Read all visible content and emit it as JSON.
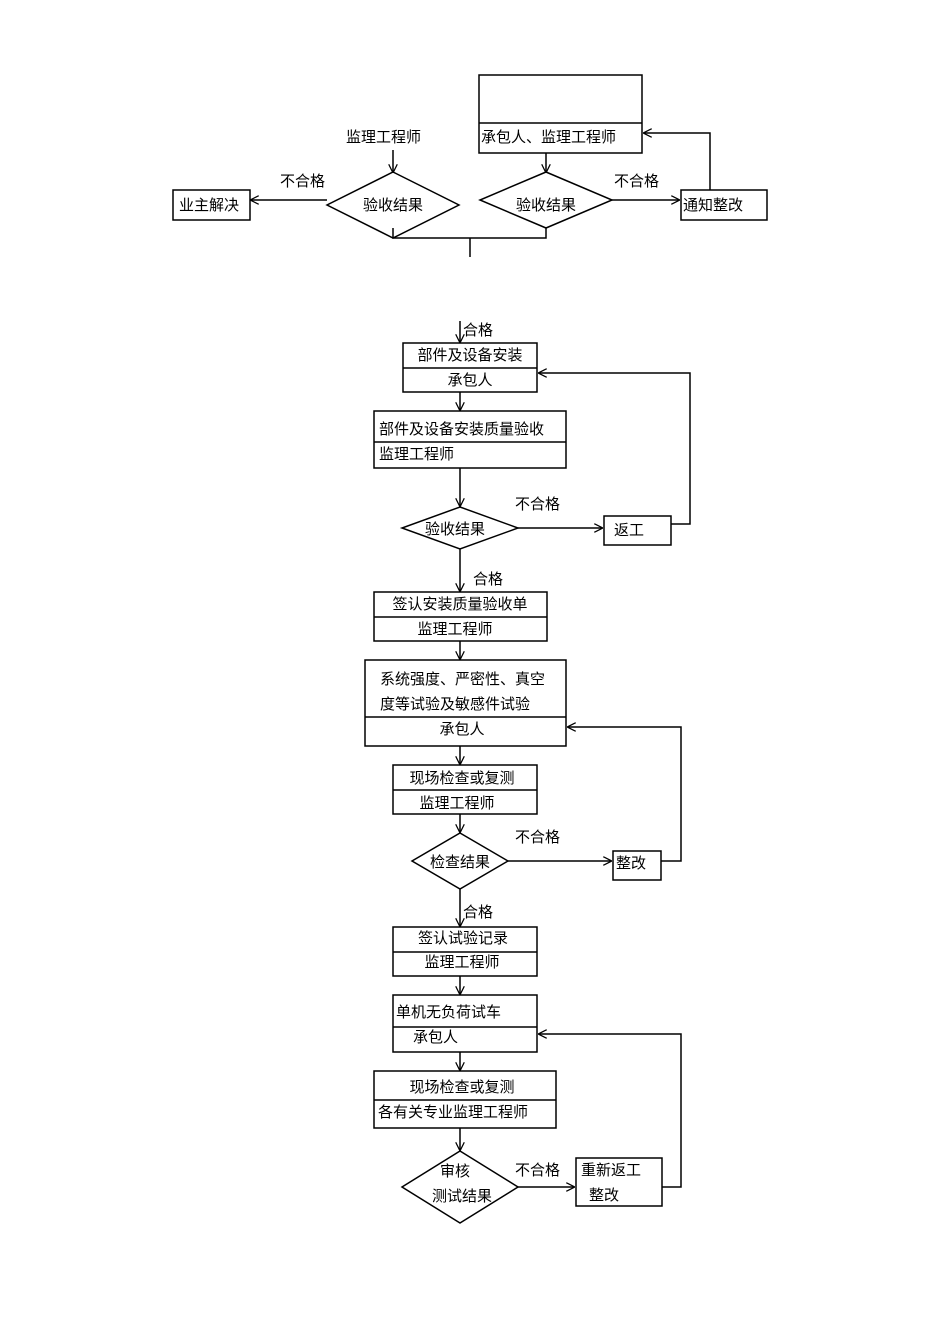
{
  "top": {
    "supervisor_label": "监理工程师",
    "check_result_left": "验收结果",
    "fail_left": "不合格",
    "owner_resolve": "业主解决",
    "top_box_text": "",
    "top_box_role": "承包人、监理工程师",
    "check_result_right": "验收结果",
    "fail_right": "不合格",
    "notify_rectify": "通知整改"
  },
  "main": {
    "pass_1": "合格",
    "install_title": "部件及设备安装",
    "install_role": "承包人",
    "quality_title": "部件及设备安装质量验收",
    "quality_role": "监理工程师",
    "check_result_1": "验收结果",
    "fail_1": "不合格",
    "rework": "返工",
    "pass_2": "合格",
    "sign_title": "签认安装质量验收单",
    "sign_role": "监理工程师",
    "test_line1": "系统强度、严密性、真空",
    "test_line2": "度等试验及敏感件试验",
    "test_role": "承包人",
    "onsite_title": "现场检查或复测",
    "onsite_role": "监理工程师",
    "check_result_2": "检查结果",
    "fail_2": "不合格",
    "rectify": "整改",
    "pass_3": "合格",
    "sign_test_title": "签认试验记录",
    "sign_test_role": "监理工程师",
    "noload_title": "单机无负荷试车",
    "noload_role": "承包人",
    "onsite2_title": "现场检查或复测",
    "onsite2_role": "各有关专业监理工程师",
    "audit_line1": "审核",
    "audit_line2": "测试结果",
    "fail_3": "不合格",
    "redo_line1": "重新返工",
    "redo_line2": "整改"
  }
}
